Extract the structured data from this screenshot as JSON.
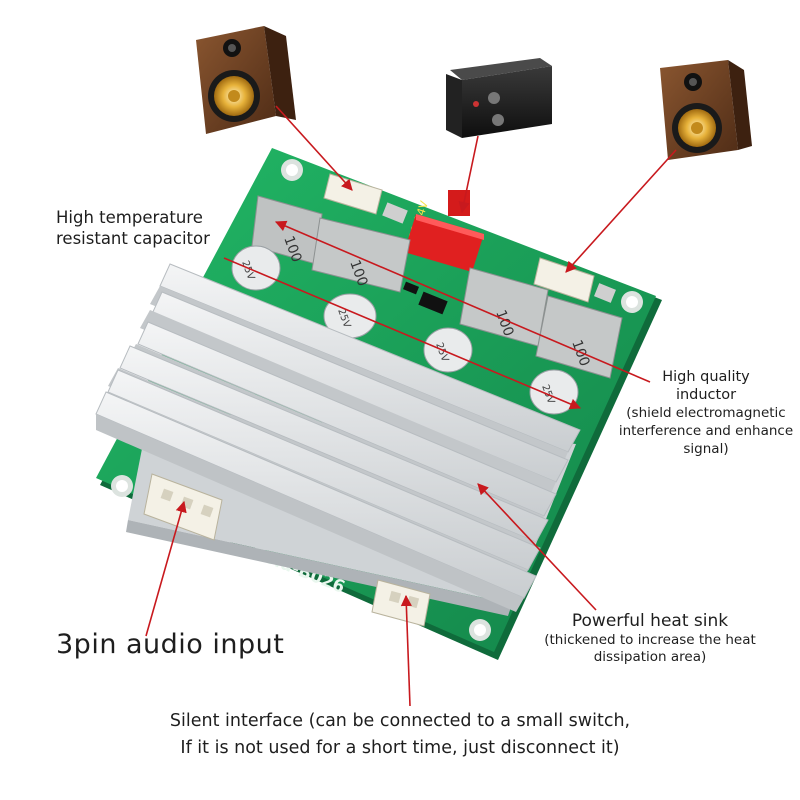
{
  "labels": {
    "capacitor": [
      "High temperature",
      "resistant capacitor"
    ],
    "inductor": {
      "title": [
        "High quality",
        "inductor"
      ],
      "note": [
        "(shield electromagnetic",
        "interference and enhance",
        "signal)"
      ]
    },
    "heat_sink": {
      "title": "Powerful heat sink",
      "note": [
        "(thickened to increase the heat",
        "dissipation area)"
      ]
    },
    "audio_input": "3pin audio input",
    "silent_interface": [
      "Silent interface (can be connected to a small switch,",
      "If it is not used for a short time, just disconnect it)"
    ]
  },
  "board_text": {
    "model": "Gold-B026",
    "power_rating": "12-24V",
    "inductor_marking": "100",
    "capacitor_marking": "25V"
  },
  "colors": {
    "pcb": "#1aa35a",
    "pcb_dark": "#12804a",
    "heatsink": "#dfe2e4",
    "connector": "#f4f1e6",
    "power_plug": "#e02020",
    "arrow": "#c8191e",
    "speaker_wood": "#6a3d22"
  }
}
